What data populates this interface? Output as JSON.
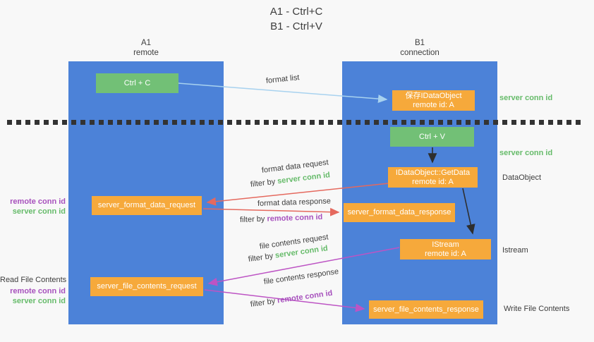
{
  "title": {
    "line1": "A1 - Ctrl+C",
    "line2": "B1 - Ctrl+V"
  },
  "lanes": {
    "a": {
      "title": "A1",
      "subtitle": "remote"
    },
    "b": {
      "title": "B1",
      "subtitle": "connection"
    }
  },
  "nodes": {
    "ctrl_c": {
      "label": "Ctrl + C"
    },
    "save_idataobject": {
      "line1": "保存IDataObject",
      "line2": "remote id: A"
    },
    "ctrl_v": {
      "label": "Ctrl + V"
    },
    "getdata": {
      "line1": "IDataObject::GetData",
      "line2": "remote id: A"
    },
    "format_request": {
      "label": "server_format_data_request"
    },
    "format_response": {
      "label": "server_format_data_response"
    },
    "istream": {
      "line1": "IStream",
      "line2": "remote id: A"
    },
    "file_request": {
      "label": "server_file_contents_request"
    },
    "file_response": {
      "label": "server_file_contents_response"
    }
  },
  "edge_labels": {
    "format_list": "format list",
    "format_data_request": "format data request",
    "filter_server_1": {
      "prefix": "filter by ",
      "keyword": "server conn id"
    },
    "format_data_response": "format data response",
    "filter_remote_1": {
      "prefix": "filter by ",
      "keyword": "remote conn id"
    },
    "file_contents_request": "file contents request",
    "filter_server_2": {
      "prefix": "filter by ",
      "keyword": "server conn id"
    },
    "file_contents_response": "file contents response",
    "filter_remote_2": {
      "prefix": "filter by ",
      "keyword": "remote conn id"
    }
  },
  "annotations": {
    "server_conn_right_top": "server conn id",
    "server_conn_right_mid": "server conn id",
    "dataobject": "DataObject",
    "istream": "Istream",
    "write_file_contents": "Write File Contents",
    "read_file_contents": "Read File Contents",
    "left_top": {
      "remote": "remote conn id",
      "server": "server conn id"
    },
    "left_bottom": {
      "remote": "remote conn id",
      "server": "server conn id"
    }
  },
  "colors": {
    "lane_blue": "#4c82d8",
    "node_green": "#72c076",
    "node_orange": "#f6a93b",
    "arrow_red": "#e5695e",
    "arrow_magenta": "#bd54c4",
    "arrow_light_blue": "#a8d2ef",
    "arrow_black": "#2e2e2e",
    "text_green": "#66bb6a",
    "text_purple": "#a751bd",
    "text_dark": "#3d3d3d",
    "background": "#f8f8f8"
  }
}
